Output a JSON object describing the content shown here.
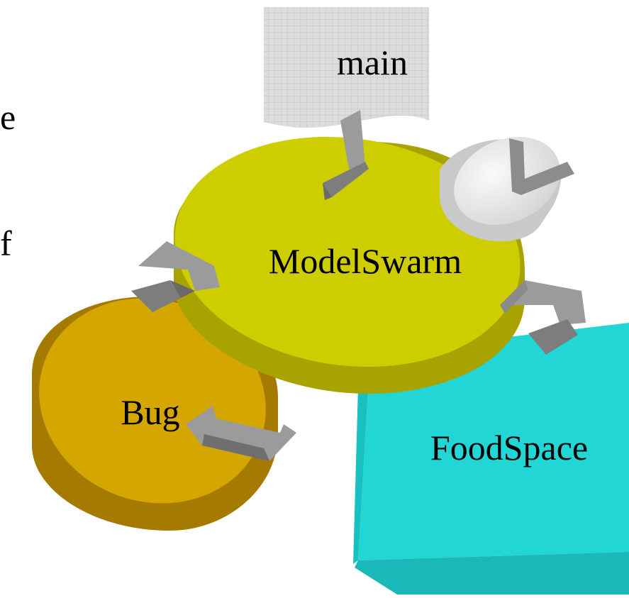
{
  "diagram": {
    "nodes": {
      "main": {
        "label": "main",
        "shape": "wavy-grid-document",
        "color": "#d9d9d9"
      },
      "model_swarm": {
        "label": "ModelSwarm",
        "shape": "cylinder",
        "color": "#cccc00"
      },
      "bug": {
        "label": "Bug",
        "shape": "cylinder",
        "color": "#d4a400"
      },
      "food_space": {
        "label": "FoodSpace",
        "shape": "box",
        "color": "#00cccc"
      },
      "schedule": {
        "label": "",
        "shape": "clock-cylinder",
        "icon": "clock-icon",
        "color": "#e6e6e6"
      }
    },
    "edges": [
      {
        "from": "main",
        "to": "model_swarm",
        "icon": "arrow-down-icon"
      },
      {
        "from": "model_swarm",
        "to": "bug",
        "icon": "bent-arrow-icon"
      },
      {
        "from": "model_swarm",
        "to": "food_space",
        "icon": "bent-arrow-icon"
      },
      {
        "from": "bug",
        "to": "food_space",
        "icon": "double-arrow-icon"
      }
    ],
    "arrow_color": "#8c8c8c"
  },
  "cropped_text": {
    "line1": "e",
    "line2": "f"
  }
}
